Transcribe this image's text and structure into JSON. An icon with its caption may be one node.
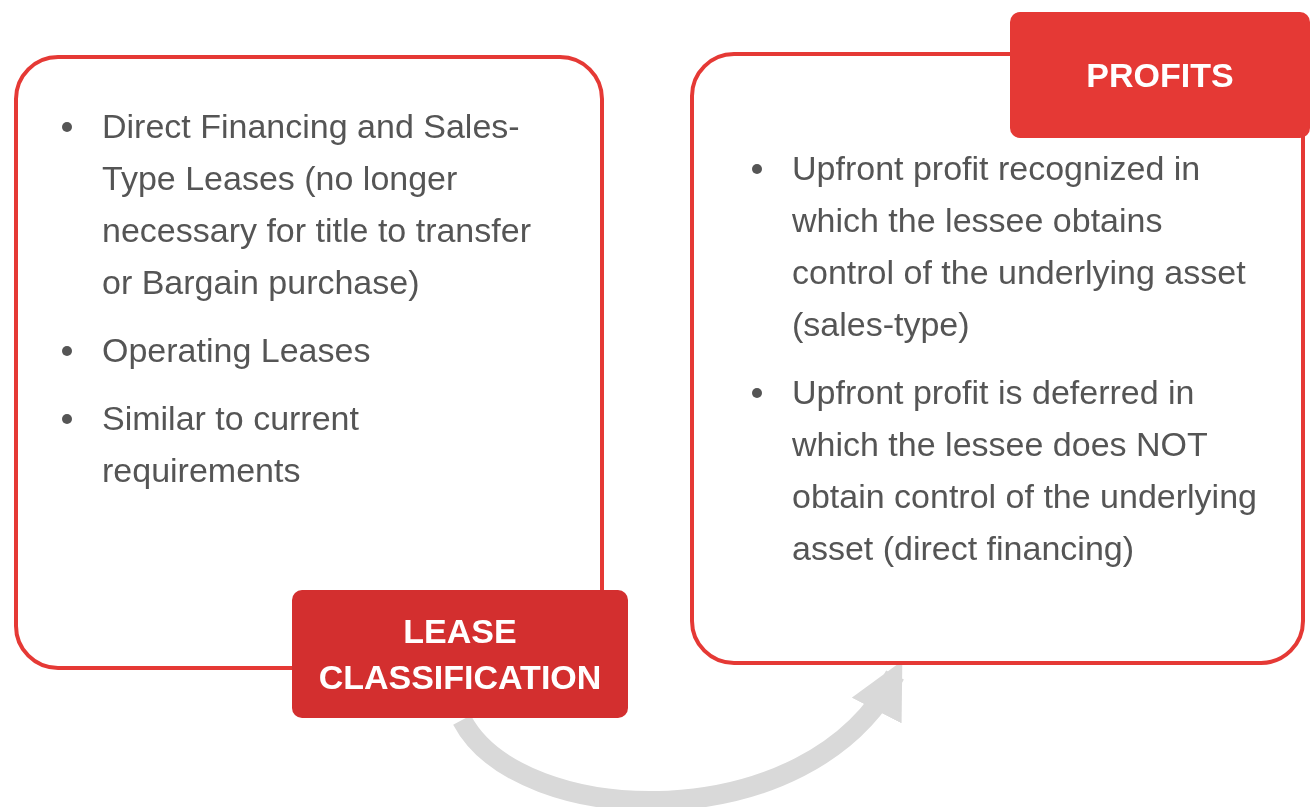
{
  "diagram": {
    "nodes": [
      {
        "text": [
          "Direct Financing and Sales-Type Leases (no longer necessary for title to transfer or Bargain purchase)",
          "Operating Leases",
          "Similar to current requirements",
          "LEASE CLASSIFICATION"
        ]
      },
      {
        "text": [
          "PROFITS",
          "Upfront profit recognized in which the lessee obtains control of the underlying asset (sales-type)",
          "Upfront profit is deferred in which the lessee does NOT obtain control of the underlying asset (direct financing)"
        ]
      }
    ],
    "edges": [
      {
        "from": 0,
        "to": 1,
        "arrow": "to"
      }
    ]
  }
}
